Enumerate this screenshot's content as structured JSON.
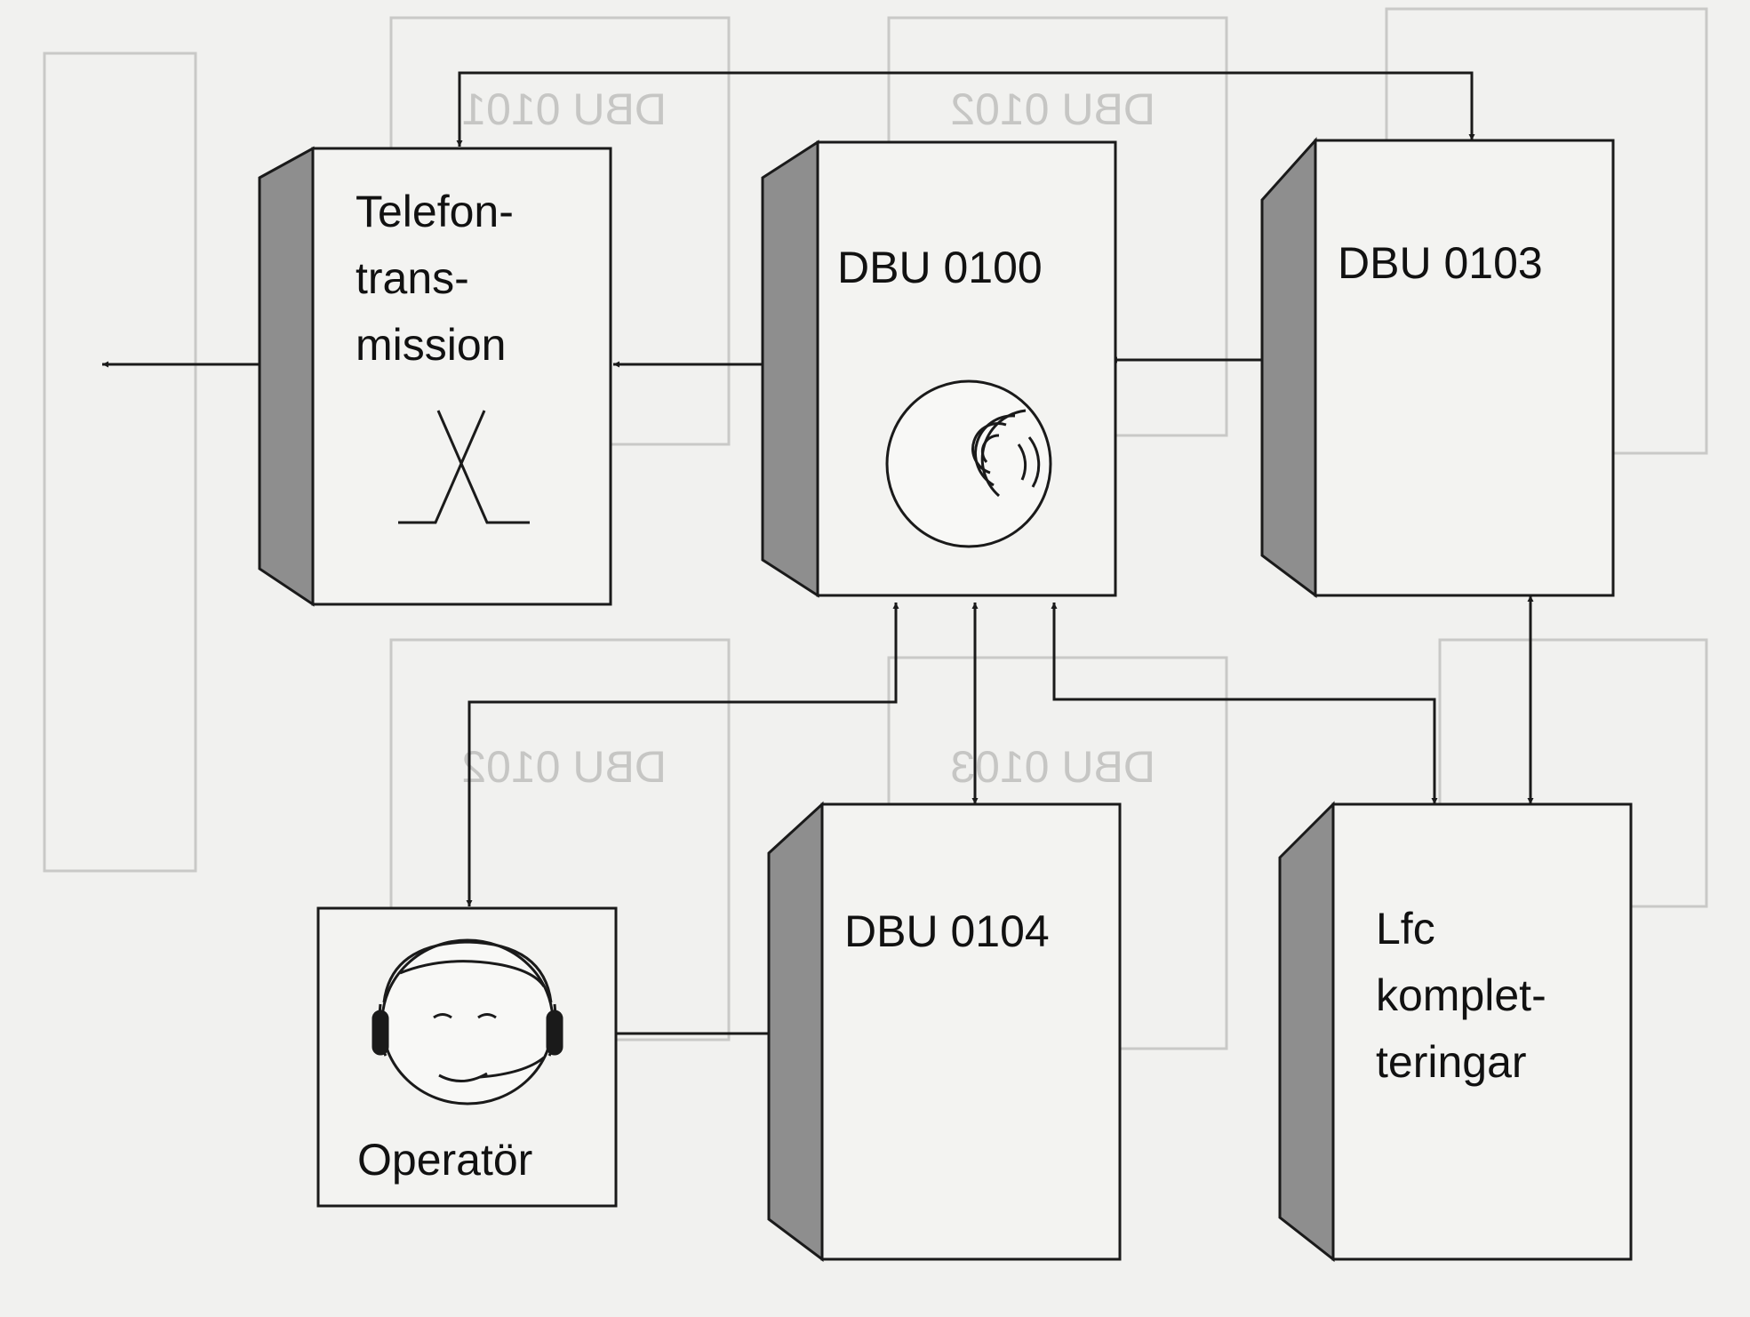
{
  "colors": {
    "background": "#f1f1ef",
    "box_fill": "#f3f3f1",
    "box_side_shade": "#8e8e8e",
    "stroke": "#1a1a1a"
  },
  "blocks": {
    "telefontransmission": {
      "lines": [
        "Telefon-",
        "trans-",
        "mission"
      ],
      "icon": "crossing-lines-icon"
    },
    "dbu0100": {
      "label": "DBU 0100",
      "icon": "disc-icon"
    },
    "dbu0103": {
      "label": "DBU 0103"
    },
    "dbu0104": {
      "label": "DBU 0104"
    },
    "operator": {
      "label": "Operatör",
      "icon": "operator-headset-icon"
    },
    "lfc": {
      "lines": [
        "Lfc",
        "komplet-",
        "teringar"
      ]
    }
  }
}
